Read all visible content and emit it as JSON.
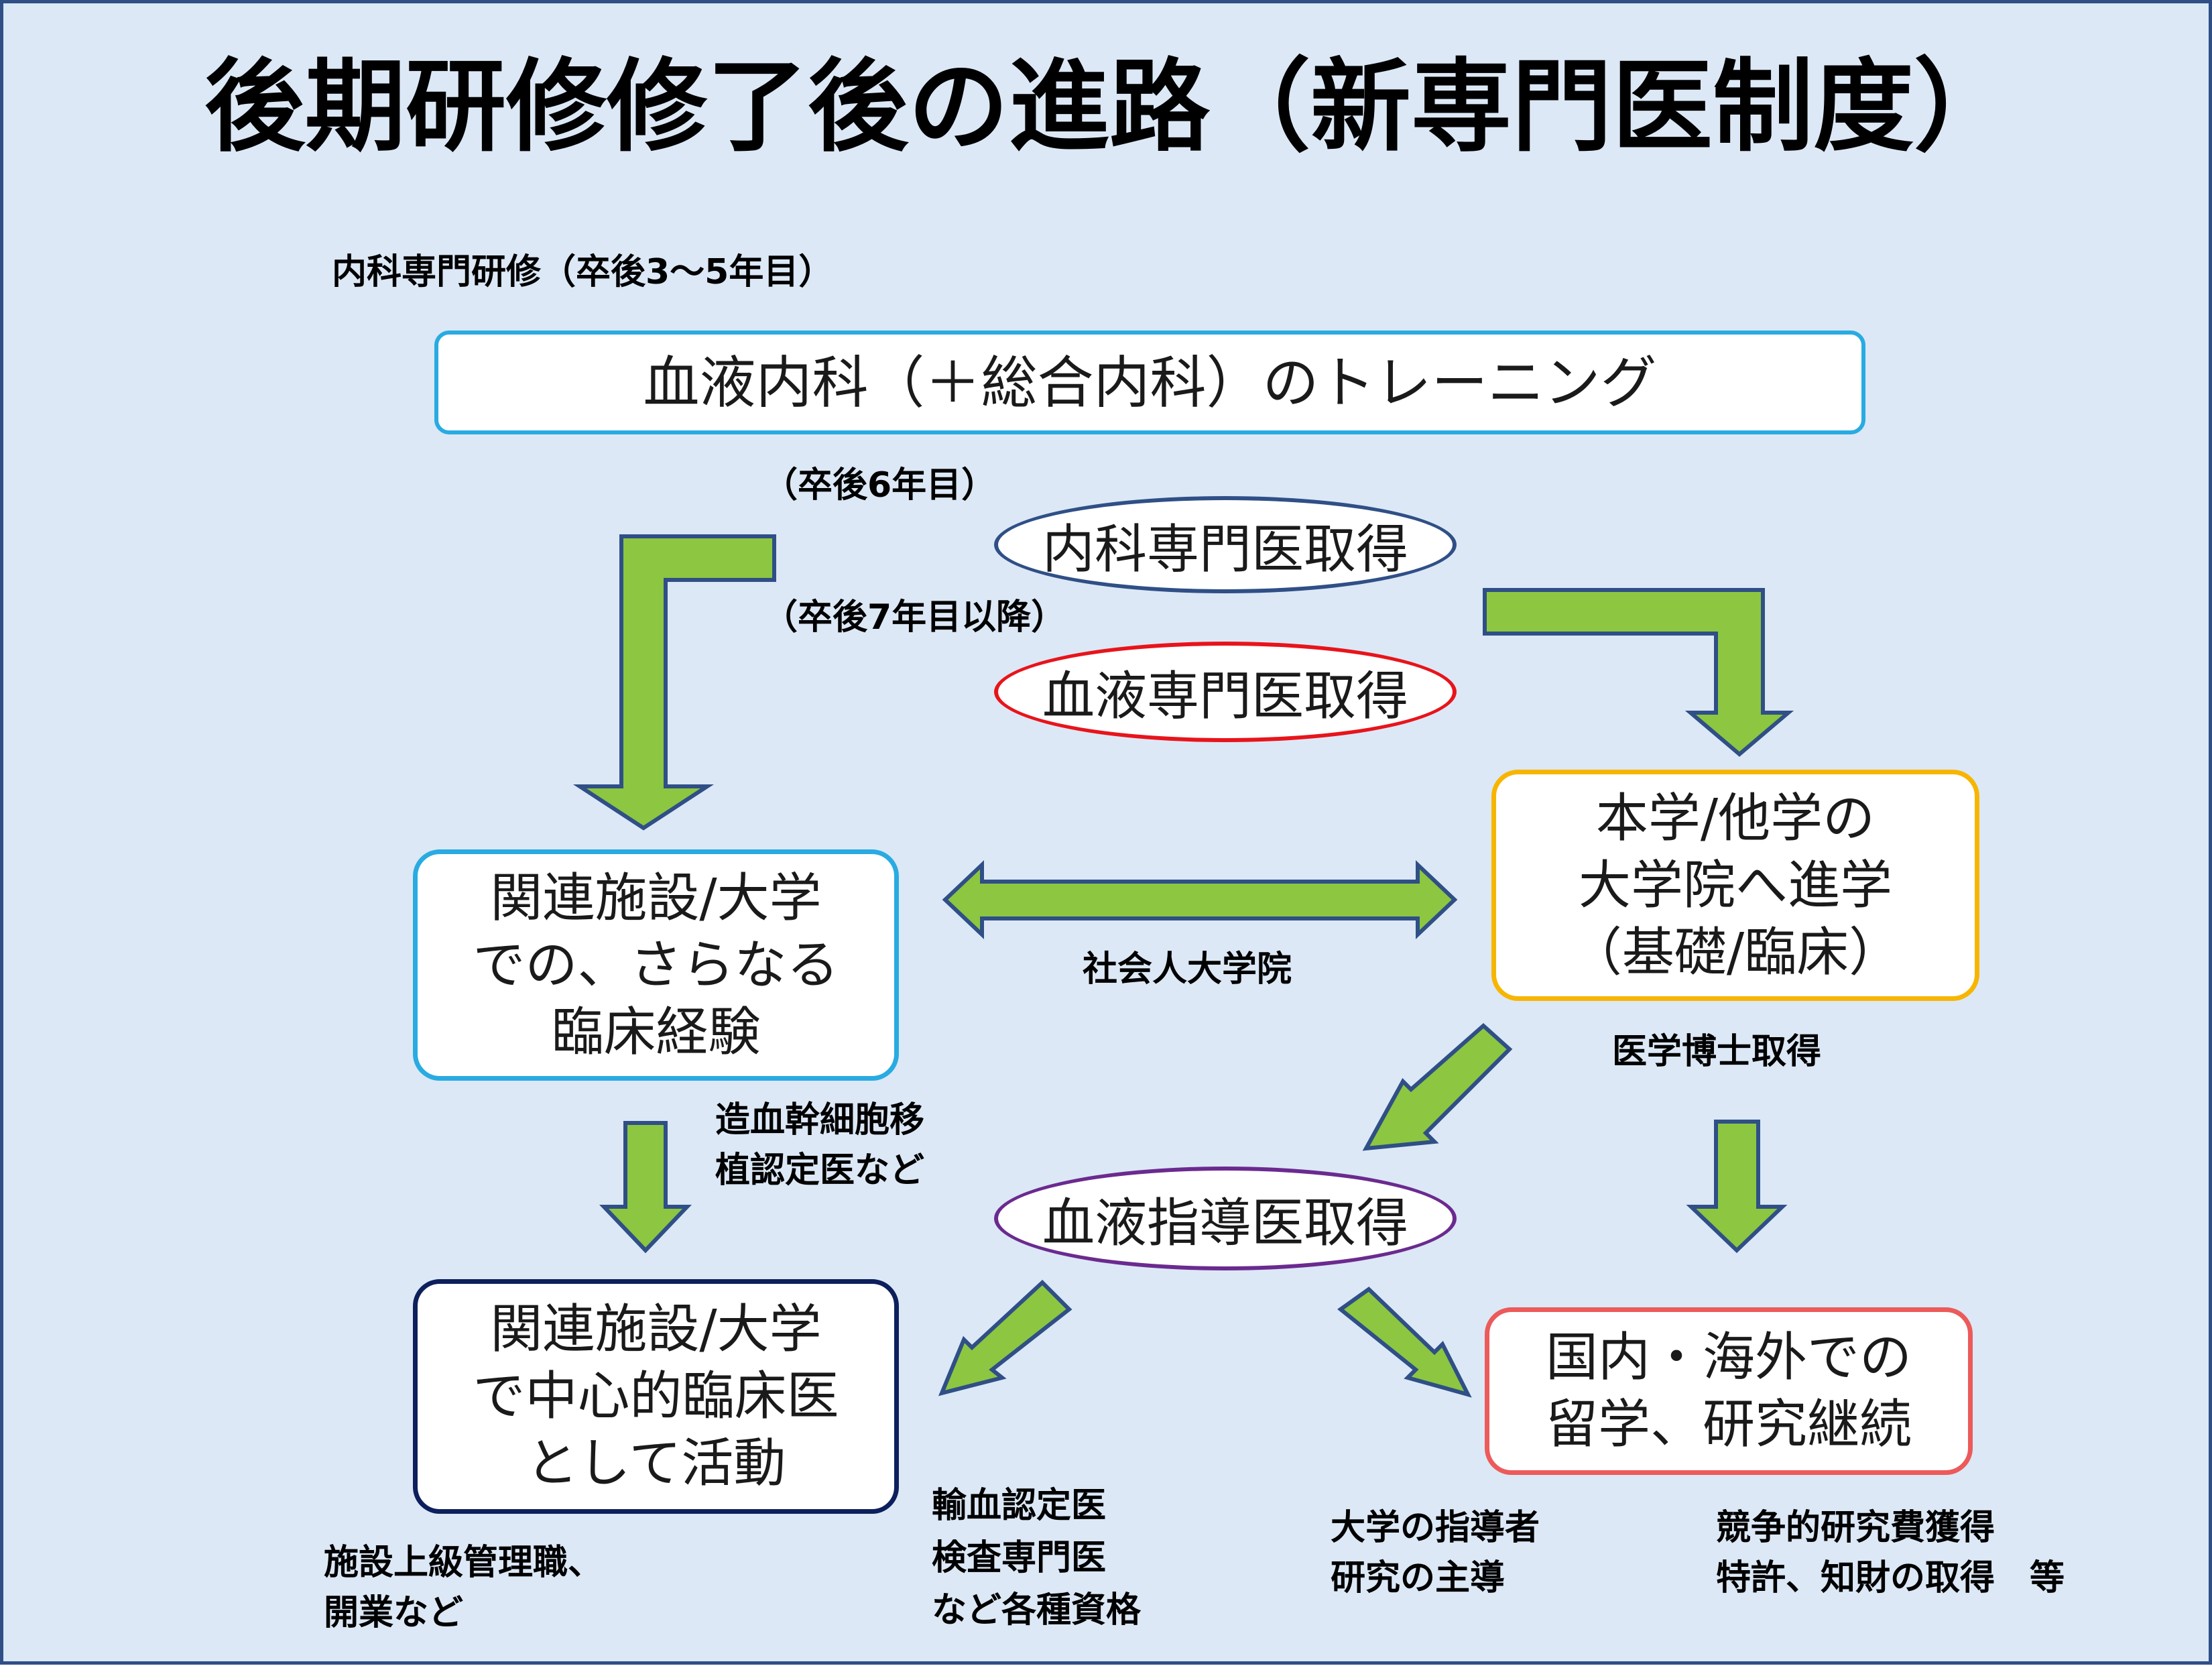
{
  "title": "後期研修修了後の進路（新専門医制度）",
  "labels": {
    "internal_training": "内科専門研修（卒後3～5年目）",
    "year6": "（卒後6年目）",
    "year7": "（卒後7年目以降）",
    "working_grad_school": "社会人大学院",
    "phd": "医学博士取得",
    "transplant_cert": [
      "造血幹細胞移",
      "植認定医など"
    ],
    "facility_manager": [
      "施設上級管理職、",
      "開業など"
    ],
    "other_certs": [
      "輸血認定医",
      "検査専門医",
      "など各種資格"
    ],
    "university_leader": [
      "大学の指導者",
      "研究の主導"
    ],
    "research_funding": [
      "競争的研究費獲得",
      "特許、知財の取得　等"
    ]
  },
  "boxes": {
    "training": "血液内科（＋総合内科）のトレーニング",
    "clinical_experience": [
      "関連施設/大学",
      "での、さらなる",
      "臨床経験"
    ],
    "graduate_school": [
      "本学/他学の",
      "大学院へ進学",
      "（基礎/臨床）"
    ],
    "central_clinician": [
      "関連施設/大学",
      "で中心的臨床医",
      "として活動"
    ],
    "study_abroad": [
      "国内・海外での",
      "留学、研究継続"
    ]
  },
  "ovals": {
    "internal_specialist": "内科専門医取得",
    "hematology_specialist": "血液専門医取得",
    "hematology_instructor": "血液指導医取得"
  },
  "colors": {
    "background": "#dce8f6",
    "frame": "#2f4f86",
    "arrow_fill": "#8dc641",
    "arrow_stroke": "#2f4f86",
    "box_training": "#29abe2",
    "box_clinical": "#29abe2",
    "box_graduate": "#f7b500",
    "box_central": "#0d1f5c",
    "box_abroad": "#ec5a5a",
    "oval_internal": "#2f4f86",
    "oval_hematology": "#e8141b",
    "oval_instructor": "#6b2a8f"
  }
}
